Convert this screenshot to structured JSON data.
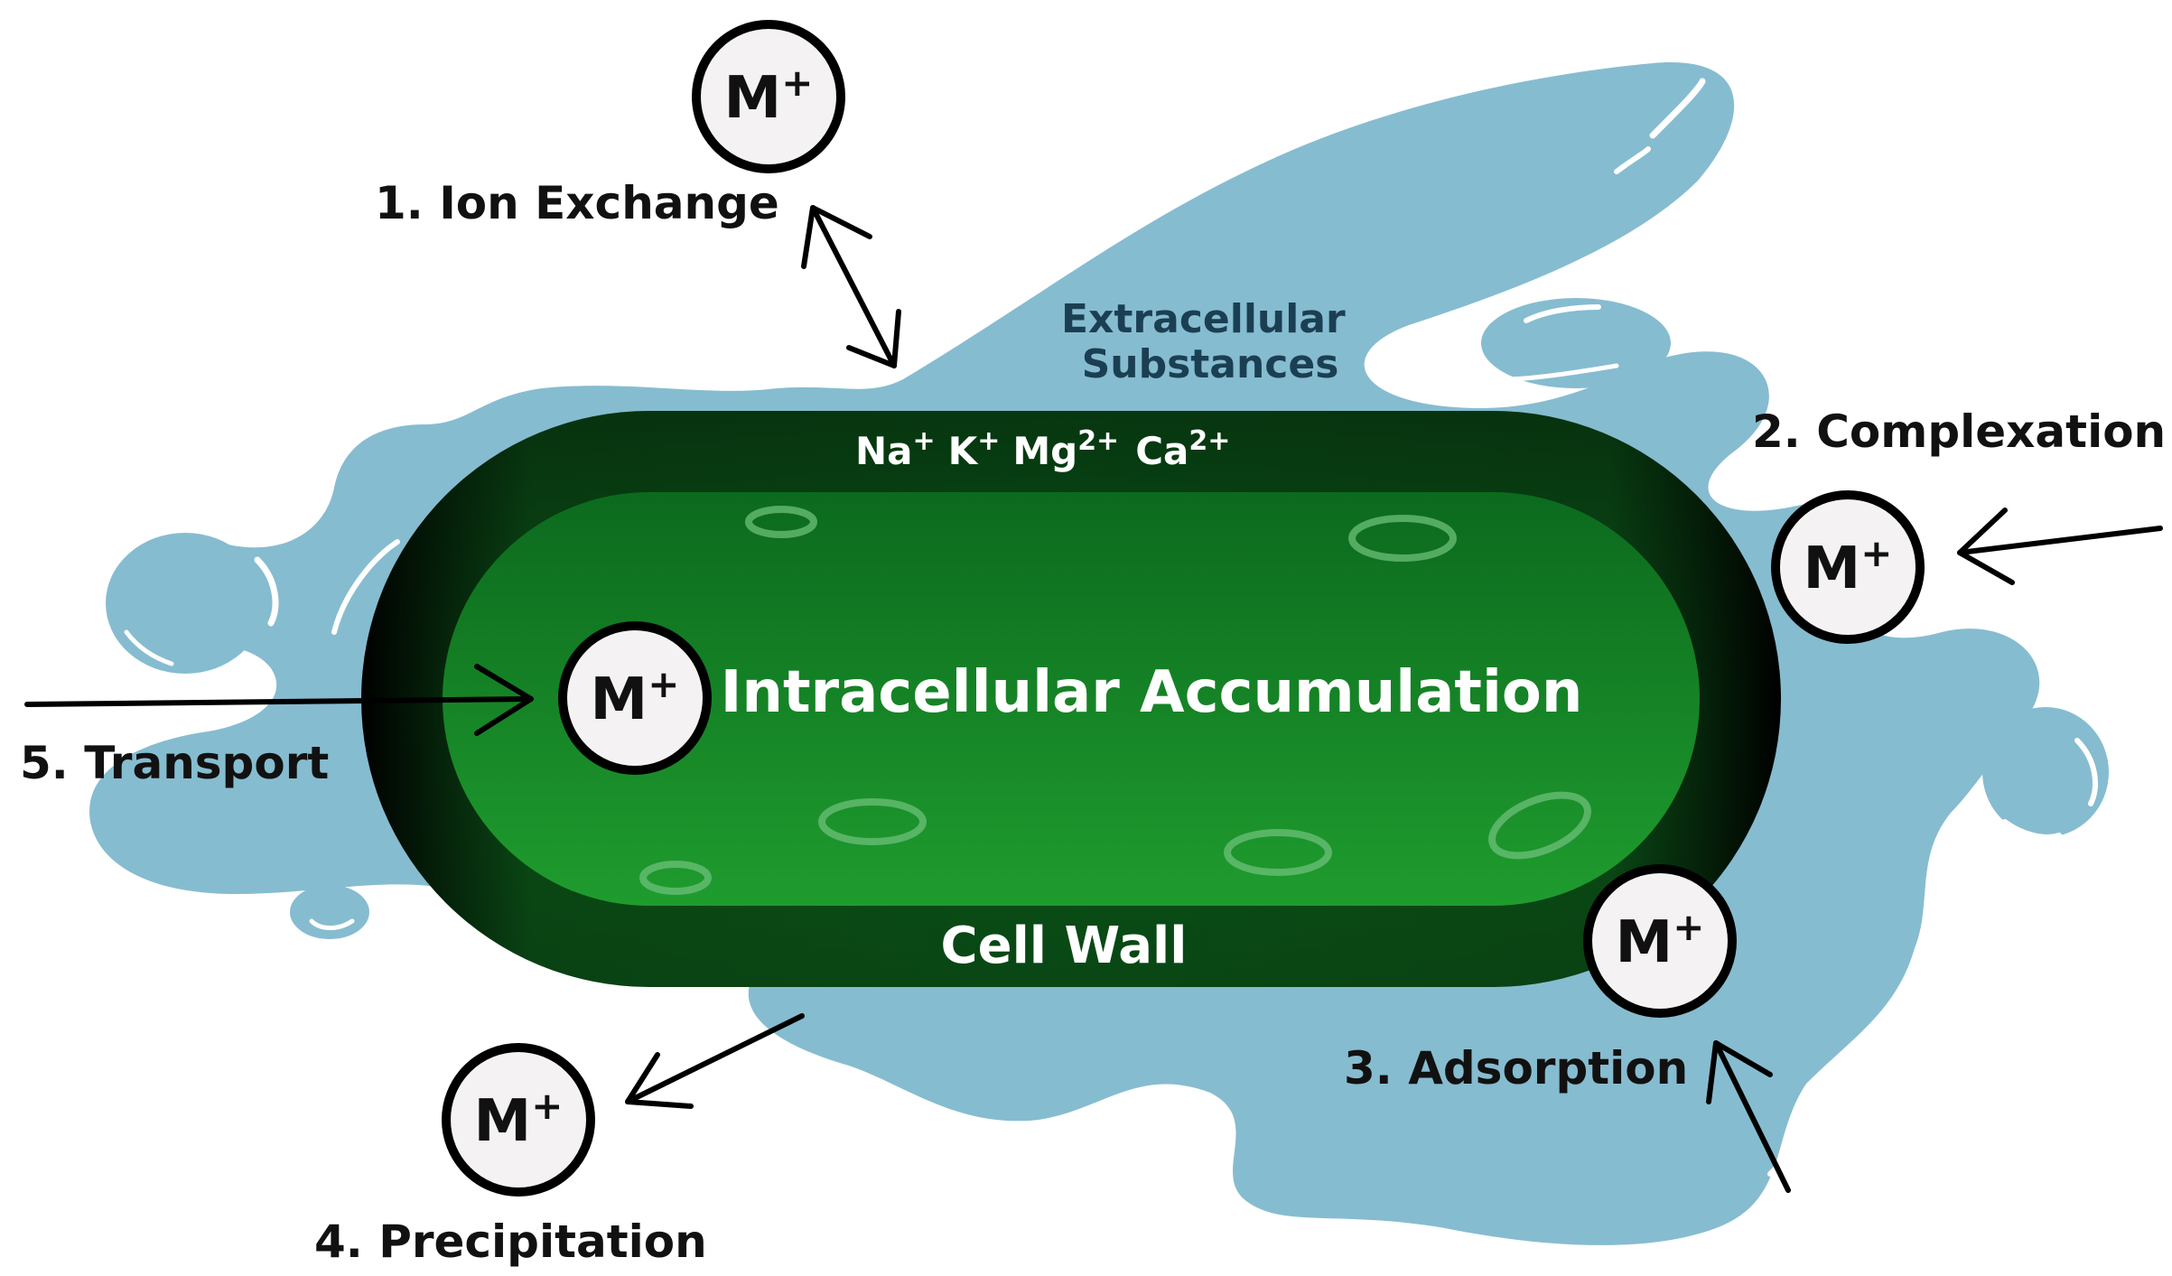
{
  "colors": {
    "fluid": "#86bcd0",
    "fluid_highlight": "#ffffff",
    "wall_outer": "#0a4a14",
    "wall_dark": "#000000",
    "cytoplasm": "#1a8a2a",
    "cytoplasm_light": "#22a032",
    "vesicle": "#7cc98a",
    "ion_fill": "#f4f2f2",
    "ion_stroke": "#000000",
    "text_dark": "#111111",
    "text_eps": "#1b3f52",
    "text_light": "#ffffff"
  },
  "labels": {
    "ion_exchange": "1. Ion Exchange",
    "complexation": "2. Complexation",
    "adsorption": "3. Adsorption",
    "precipitation": "4. Precipitation",
    "transport": "5. Transport",
    "extracellular_line1": "Extracellular",
    "extracellular_line2": "Substances",
    "cell_wall": "Cell Wall",
    "intracellular": "Intracellular Accumulation",
    "metal_ion": "M",
    "metal_charge": "+",
    "cations": {
      "na": "Na",
      "na_charge": "+",
      "k": "K",
      "k_charge": "+",
      "mg": "Mg",
      "mg_charge": "2+",
      "ca": "Ca",
      "ca_charge": "2+"
    }
  },
  "icons": {
    "metal_ion": "metal-ion-circle-icon",
    "arrow": "arrow-icon",
    "double_arrow": "double-headed-arrow-icon"
  }
}
